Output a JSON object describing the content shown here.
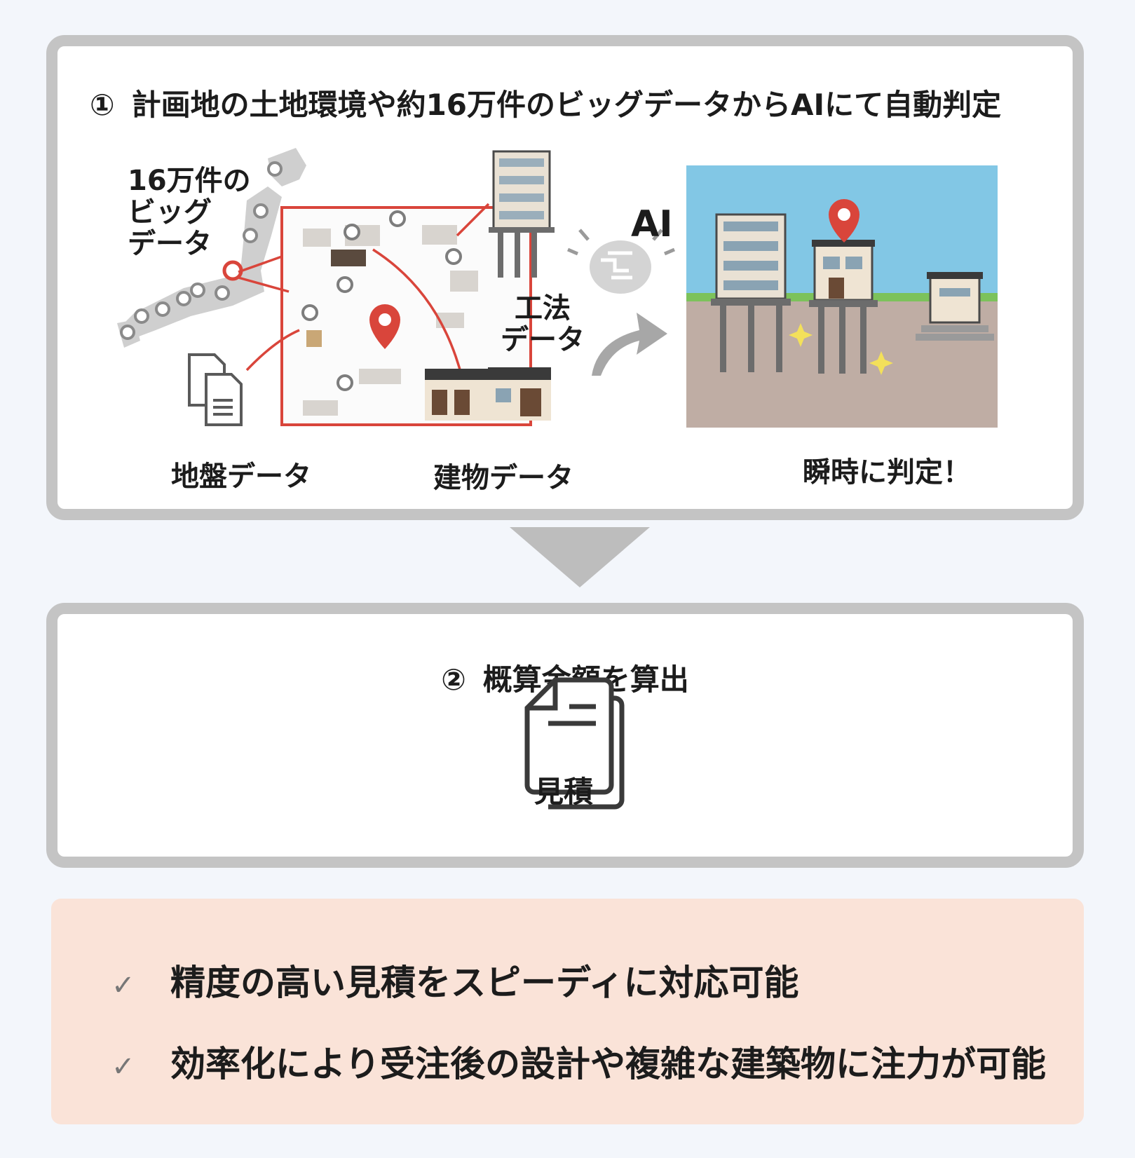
{
  "step1": {
    "number": "①",
    "title": "計画地の土地環境や約16万件のビッグデータからAIにて自動判定",
    "labels": {
      "big_data_line1": "16万件の",
      "big_data_line2": "ビッグ",
      "big_data_line3": "データ",
      "ground_data": "地盤データ",
      "method_line1": "工法",
      "method_line2": "データ",
      "building_data": "建物データ",
      "ai": "AI",
      "instant": "瞬時に判定！"
    }
  },
  "step2": {
    "number": "②",
    "title": "概算金額を算出",
    "doc_label": "見積"
  },
  "summary": {
    "check_symbol": "✓",
    "items": [
      "精度の高い見積をスピーディに対応可能",
      "効率化により受注後の設計や複雑な建築物に注力が可能"
    ]
  },
  "colors": {
    "accent_red": "#d9453b",
    "panel_border": "#c4c4c4",
    "summary_bg": "#fae3d8",
    "sky": "#5fb7dd",
    "ground": "#bfada4"
  }
}
